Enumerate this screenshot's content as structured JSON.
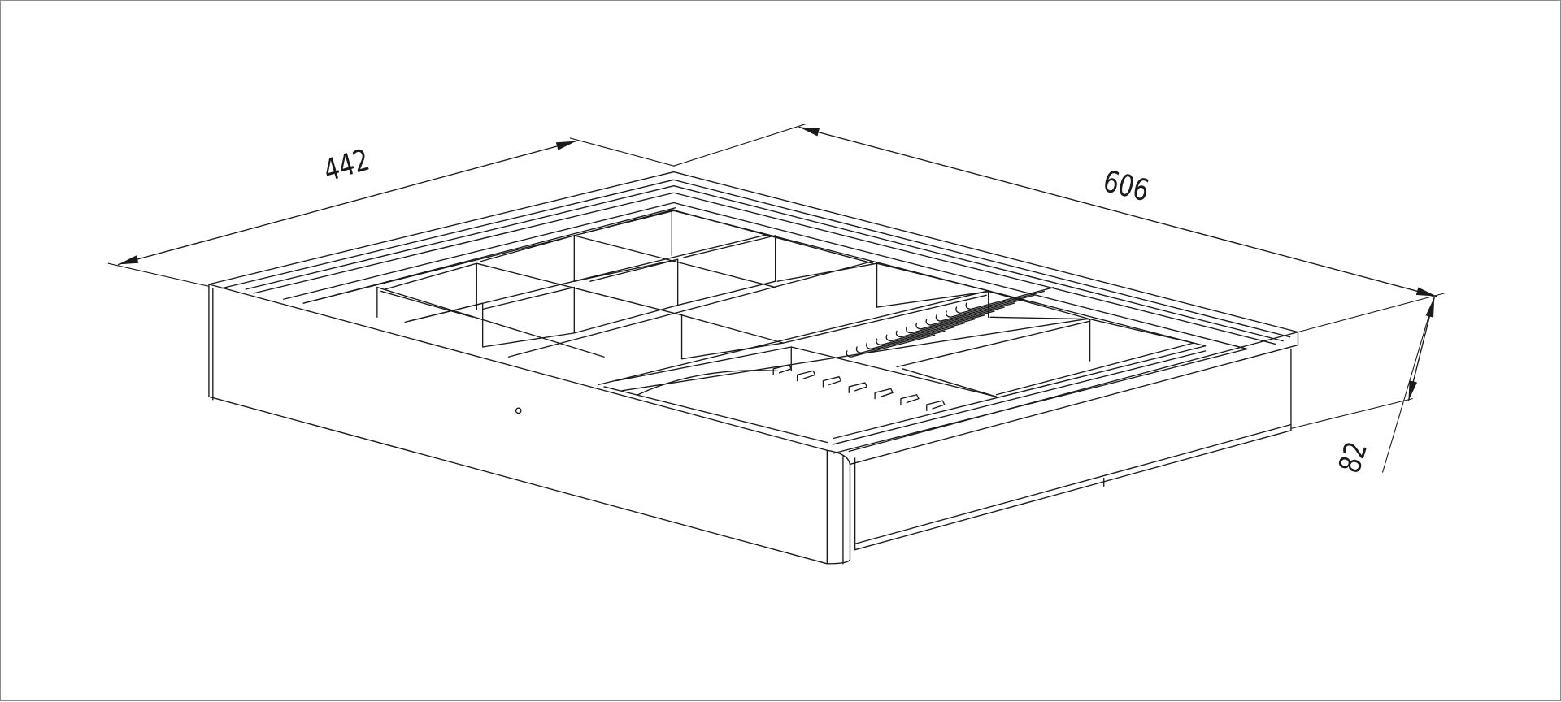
{
  "dimensions": {
    "width_label": "442",
    "length_label": "606",
    "height_label": "82"
  },
  "colors": {
    "line": "#1a1a1a",
    "background": "#ffffff",
    "frame": "#8c8c8c"
  }
}
